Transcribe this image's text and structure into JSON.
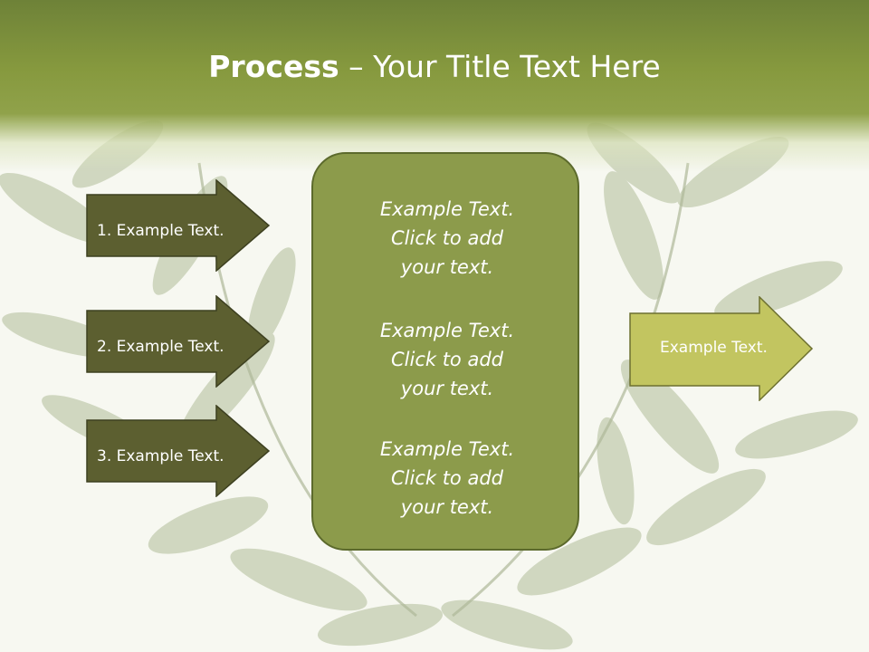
{
  "title": {
    "bold": "Process",
    "rest": " – Your Title Text Here"
  },
  "steps": [
    {
      "label": "1. Example Text."
    },
    {
      "label": "2. Example Text."
    },
    {
      "label": "3. Example Text."
    }
  ],
  "center_blocks": [
    {
      "line1": "Example Text.",
      "line2": "Click  to add",
      "line3": "your text."
    },
    {
      "line1": "Example Text.",
      "line2": "Click  to add",
      "line3": "your text."
    },
    {
      "line1": "Example Text.",
      "line2": "Click  to add",
      "line3": "your text."
    }
  ],
  "result": {
    "label": "Example Text."
  },
  "colors": {
    "header": "#86993e",
    "step_arrow": "#5c5f30",
    "center_box": "#8c9b4b",
    "result_arrow": "#c2c560",
    "background": "#f7f8f1"
  }
}
